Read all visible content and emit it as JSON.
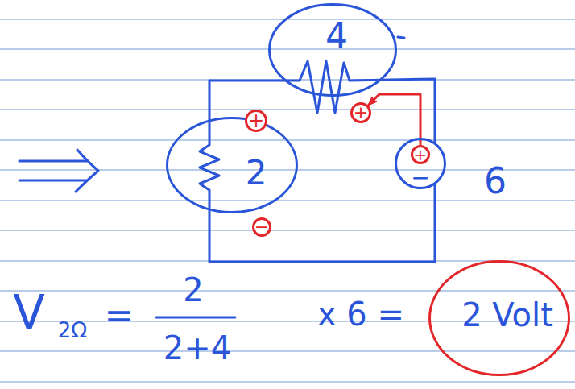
{
  "diagram": {
    "nodes": [
      {
        "text": [
          "4"
        ]
      },
      {
        "text": [
          "+"
        ]
      },
      {
        "text": [
          "+"
        ]
      },
      {
        "text": [
          "2"
        ]
      },
      {
        "text": [
          "−",
          "6"
        ]
      },
      {
        "text": [
          "+"
        ],
        "in": 4
      },
      {
        "text": [
          "−"
        ]
      },
      {
        "text": [
          "2 Volt"
        ]
      }
    ],
    "edges": [
      {
        "from": 5,
        "to": 1,
        "arrow": "to"
      }
    ],
    "labels": [
      "V",
      "2Ω",
      "=",
      "2",
      "2+4",
      "x 6 ="
    ]
  }
}
